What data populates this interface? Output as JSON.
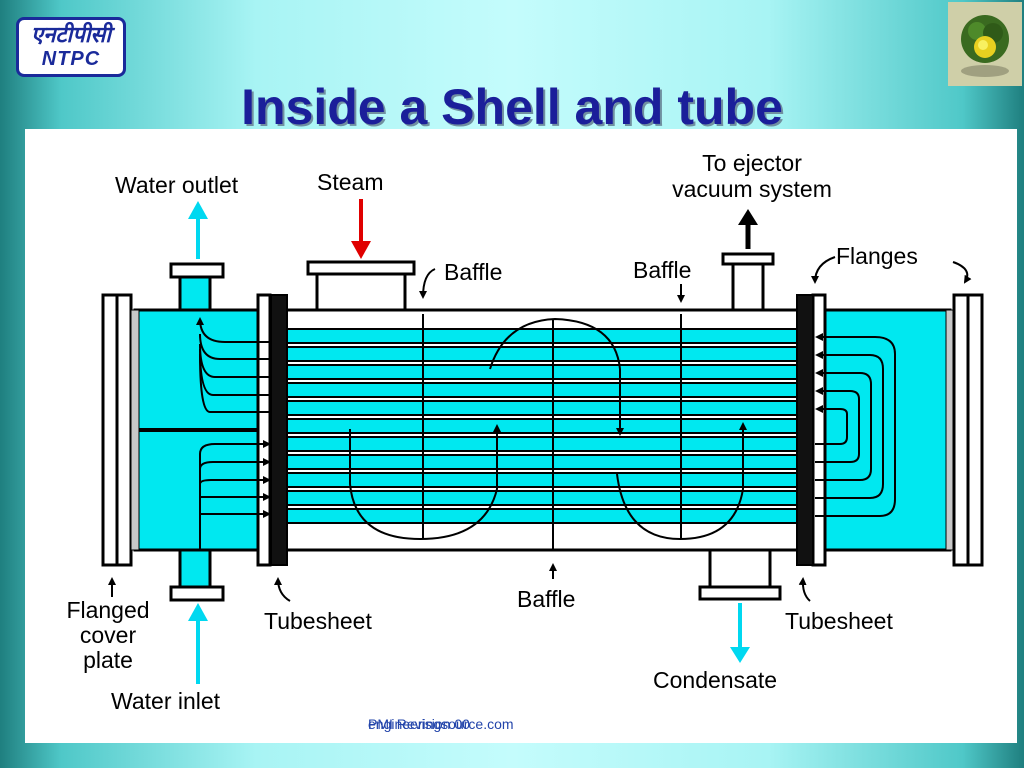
{
  "logo": {
    "hindi": "एनटीपीसी",
    "english": "NTPC"
  },
  "title": "Inside a Shell and tube",
  "labels": {
    "water_outlet": "Water outlet",
    "steam": "Steam",
    "ejector_line1": "To ejector",
    "ejector_line2": "vacuum system",
    "baffle_left": "Baffle",
    "baffle_right": "Baffle",
    "baffle_bottom": "Baffle",
    "flanges": "Flanges",
    "flanged_line1": "Flanged",
    "flanged_line2": "cover",
    "flanged_line3": "plate",
    "tubesheet_left": "Tubesheet",
    "tubesheet_right": "Tubesheet",
    "water_inlet": "Water inlet",
    "condensate": "Condensate"
  },
  "footer": {
    "text_a": "PMI Revision 00",
    "text_b": "engineeringsource.com"
  },
  "colors": {
    "water": "#00e8f0",
    "steam_arrow": "#e00000",
    "title": "#1b1f9a"
  }
}
